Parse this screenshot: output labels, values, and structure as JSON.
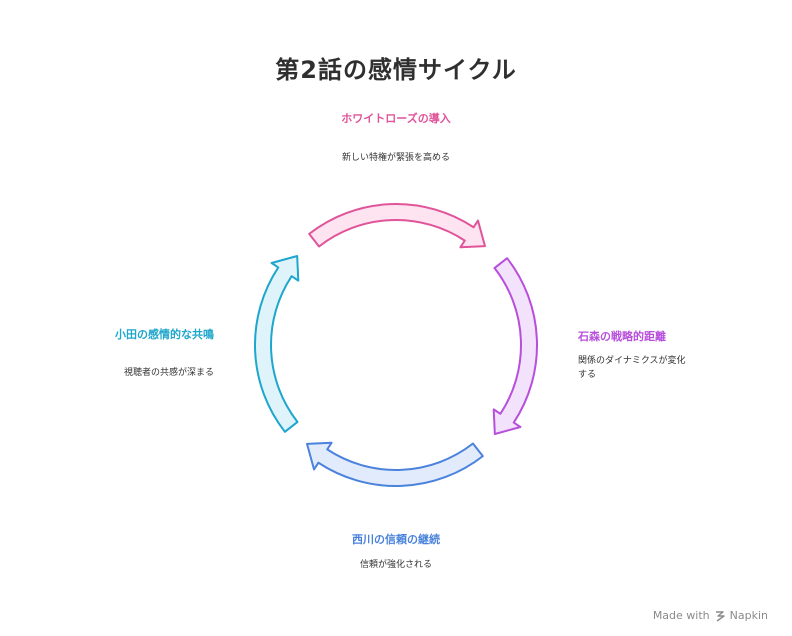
{
  "title": "第2話の感情サイクル",
  "stages": [
    {
      "id": "top",
      "label": "ホワイトローズの導入",
      "description": "新しい特権が緊張を高める",
      "color": "#e0549a",
      "fill": "#fde4f0"
    },
    {
      "id": "right",
      "label": "石森の戦略的距離",
      "description": "関係のダイナミクスが変化する",
      "color": "#b74fdc",
      "fill": "#f3e2fb"
    },
    {
      "id": "bottom",
      "label": "西川の信頼の継続",
      "description": "信頼が強化される",
      "color": "#4a82dc",
      "fill": "#e1ebfb"
    },
    {
      "id": "left",
      "label": "小田の感情的な共鳴",
      "description": "視聴者の共感が深まる",
      "color": "#1ea6cc",
      "fill": "#dff4fa"
    }
  ],
  "footer": {
    "text": "Made with",
    "brand": "Napkin",
    "icon": "napkin-logo-icon"
  }
}
